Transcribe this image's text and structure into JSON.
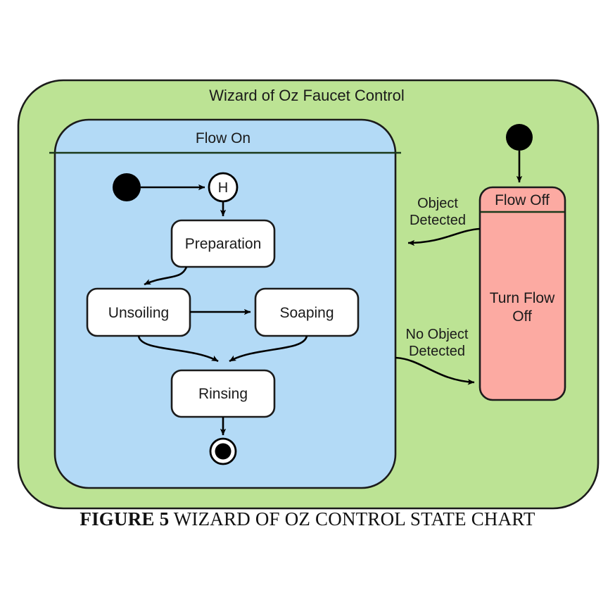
{
  "figure": {
    "caption_prefix": "FIGURE 5",
    "caption_text": " WIZARD OF OZ CONTROL STATE CHART"
  },
  "diagram": {
    "type": "uml-state-chart",
    "outer_state": {
      "name": "Wizard of Oz Faucet Control",
      "fill": "#bce394",
      "stroke": "#1b1b1b"
    },
    "regions": [
      {
        "name": "Flow On",
        "fill": "#b3daf6",
        "stroke": "#1b1b1b",
        "states": [
          "Preparation",
          "Unsoiling",
          "Soaping",
          "Rinsing"
        ],
        "pseudostates": [
          "initial",
          "history",
          "final"
        ],
        "history_label": "H"
      },
      {
        "name": "Flow Off",
        "fill": "#fcaaa2",
        "stroke": "#1b1b1b",
        "activity": "Turn Flow Off",
        "pseudostates": [
          "initial"
        ]
      }
    ],
    "states": {
      "preparation": "Preparation",
      "unsoiling": "Unsoiling",
      "soaping": "Soaping",
      "rinsing": "Rinsing",
      "flow_off_title": "Flow Off",
      "flow_off_activity_line1": "Turn Flow",
      "flow_off_activity_line2": "Off"
    },
    "transitions": [
      {
        "from": "Flow Off",
        "to": "Flow On",
        "label_line1": "Object",
        "label_line2": "Detected"
      },
      {
        "from": "Flow On",
        "to": "Flow Off",
        "label_line1": "No Object",
        "label_line2": "Detected"
      },
      {
        "from": "initial",
        "to": "Flow Off",
        "label_line1": "",
        "label_line2": ""
      },
      {
        "from": "initial",
        "to": "H",
        "label_line1": "",
        "label_line2": ""
      },
      {
        "from": "H",
        "to": "Preparation",
        "label_line1": "",
        "label_line2": ""
      },
      {
        "from": "Preparation",
        "to": "Unsoiling",
        "label_line1": "",
        "label_line2": ""
      },
      {
        "from": "Unsoiling",
        "to": "Soaping",
        "label_line1": "",
        "label_line2": ""
      },
      {
        "from": "Unsoiling",
        "to": "Rinsing",
        "label_line1": "",
        "label_line2": ""
      },
      {
        "from": "Soaping",
        "to": "Rinsing",
        "label_line1": "",
        "label_line2": ""
      },
      {
        "from": "Rinsing",
        "to": "final",
        "label_line1": "",
        "label_line2": ""
      }
    ],
    "labels": {
      "object_detected_l1": "Object",
      "object_detected_l2": "Detected",
      "no_object_detected_l1": "No Object",
      "no_object_detected_l2": "Detected",
      "history": "H"
    },
    "colors": {
      "green": "#bce394",
      "blue": "#b3daf6",
      "pink": "#fcaaa2",
      "white": "#ffffff",
      "line": "#1b1b1b",
      "divider": "#1b3a1b"
    }
  }
}
